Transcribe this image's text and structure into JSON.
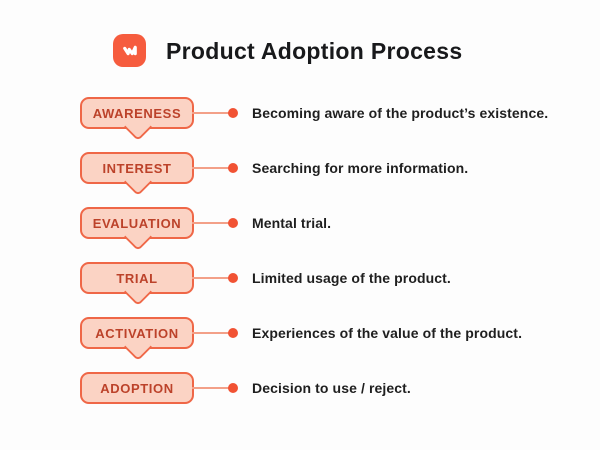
{
  "header": {
    "title": "Product Adoption Process",
    "logo_icon": "whimsical-w-icon"
  },
  "colors": {
    "background": "#fdfdfd",
    "logo_bg": "#f65c3e",
    "title_color": "#18191b",
    "badge_fill": "#fbd3c4",
    "badge_border": "#ef6747",
    "badge_text": "#bc422a",
    "connector_line": "#f3a088",
    "connector_dot": "#f15233",
    "description_color": "#1f1f1f"
  },
  "stages": [
    {
      "label": "AWARENESS",
      "description": "Becoming aware of the product’s existence.",
      "has_tail": true
    },
    {
      "label": "INTEREST",
      "description": "Searching for more information.",
      "has_tail": true
    },
    {
      "label": "EVALUATION",
      "description": "Mental trial.",
      "has_tail": true
    },
    {
      "label": "TRIAL",
      "description": "Limited usage of the product.",
      "has_tail": true
    },
    {
      "label": "ACTIVATION",
      "description": "Experiences of the value of the product.",
      "has_tail": true
    },
    {
      "label": "ADOPTION",
      "description": "Decision to use / reject.",
      "has_tail": false
    }
  ]
}
